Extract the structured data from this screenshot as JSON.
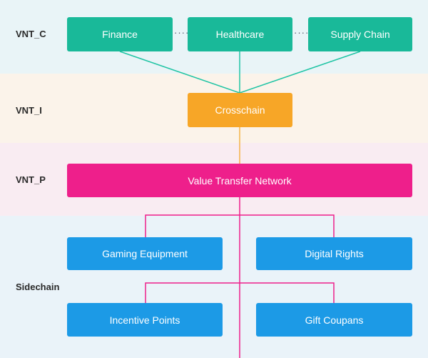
{
  "layers": {
    "vnt_c": "VNT_C",
    "vnt_i": "VNT_I",
    "vnt_p": "VNT_P",
    "sidechain": "Sidechain"
  },
  "top_nodes": [
    "Finance",
    "Healthcare",
    "Supply Chain"
  ],
  "ellipsis": "····",
  "crosschain": "Crosschain",
  "network": "Value Transfer Network",
  "sidechain_nodes": [
    "Gaming Equipment",
    "Digital Rights",
    "Incentive Points",
    "Gift Coupans"
  ],
  "colors": {
    "teal": "#19b999",
    "orange": "#f7a627",
    "magenta": "#ee1f8b",
    "blue": "#1c9ae6",
    "teal_line": "#1fc4a4",
    "orange_line": "#f4b347",
    "magenta_line": "#ee1f8b"
  }
}
